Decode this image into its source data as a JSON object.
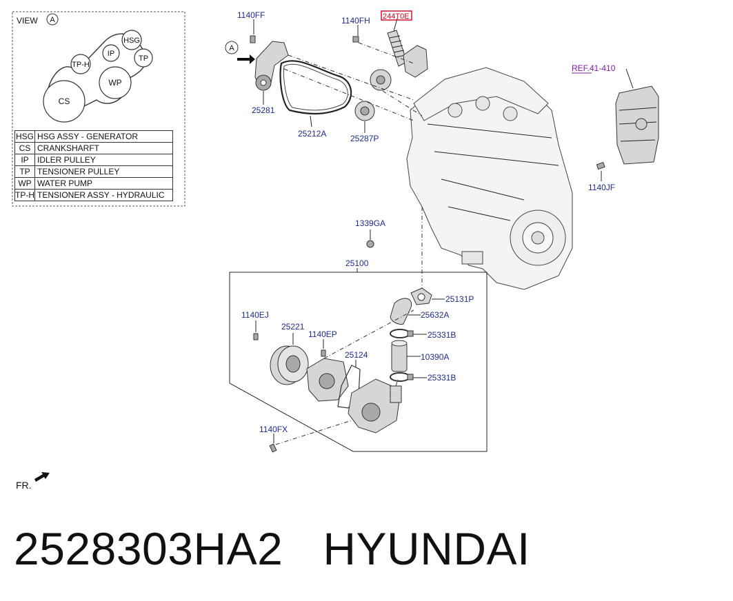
{
  "view_box": {
    "view_label": "VIEW",
    "view_marker": "A",
    "belt_nodes": [
      "HSG",
      "IP",
      "TP-H",
      "TP",
      "WP",
      "CS"
    ]
  },
  "legend": [
    {
      "code": "HSG",
      "description": "HSG ASSY - GENERATOR"
    },
    {
      "code": "CS",
      "description": "CRANKSHARFT"
    },
    {
      "code": "IP",
      "description": "IDLER PULLEY"
    },
    {
      "code": "TP",
      "description": "TENSIONER PULLEY"
    },
    {
      "code": "WP",
      "description": "WATER PUMP"
    },
    {
      "code": "TP-H",
      "description": "TENSIONER ASSY - HYDRAULIC"
    }
  ],
  "view_pointer": "A",
  "part_labels": {
    "p1140FF": "1140FF",
    "p1140FH": "1140FH",
    "p244T0E": "244T0E",
    "ref": "REF.41-410",
    "p25281": "25281",
    "p25212A": "25212A",
    "p25287P": "25287P",
    "p1140JF": "1140JF",
    "p1339GA": "1339GA",
    "p25100": "25100",
    "p25131P": "25131P",
    "p25632A": "25632A",
    "p25331B_top": "25331B",
    "p10390A": "10390A",
    "p25331B_bottom": "25331B",
    "p1140EJ": "1140EJ",
    "p25221": "25221",
    "p1140EP": "1140EP",
    "p25124": "25124",
    "p1140FX": "1140FX"
  },
  "front_indicator": "FR.",
  "caption": {
    "part_number": "2528303HA2",
    "brand": "HYUNDAI"
  },
  "colors": {
    "label_blue": "#1f2a8a",
    "highlight_red": "#d0021b",
    "ref_purple": "#7a1fa2"
  }
}
